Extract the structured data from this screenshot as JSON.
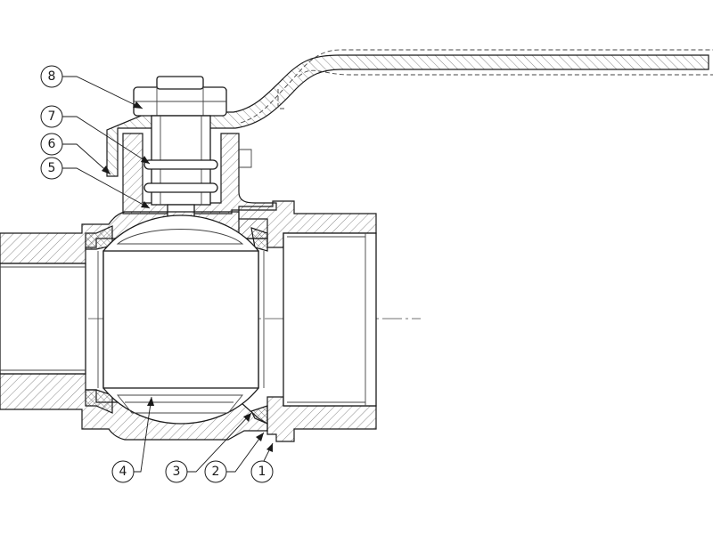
{
  "diagram": {
    "callouts": [
      {
        "label": "8"
      },
      {
        "label": "7"
      },
      {
        "label": "6"
      },
      {
        "label": "5"
      },
      {
        "label": "4"
      },
      {
        "label": "3"
      },
      {
        "label": "2"
      },
      {
        "label": "1"
      }
    ]
  }
}
